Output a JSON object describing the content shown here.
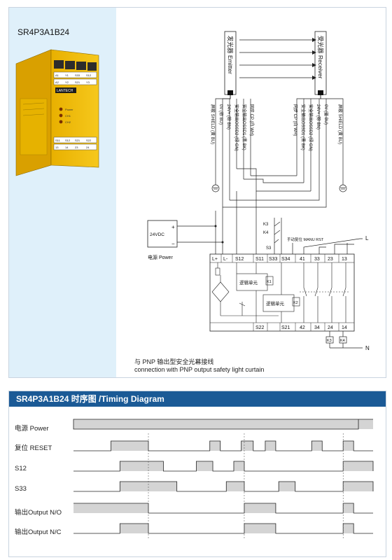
{
  "model": "SR4P3A1B24",
  "device": {
    "logo": "LANTECH",
    "terminals_top": [
      "A1",
      "Y1",
      "S33",
      "S12",
      "A2",
      "Y2",
      "S21",
      "Y3"
    ],
    "terminals_bottom": [
      "S11",
      "S12",
      "S21",
      "S22",
      "13",
      "14",
      "23",
      "24"
    ],
    "leds": [
      "Power",
      "CH1",
      "CH2"
    ]
  },
  "diagram": {
    "emitter_label": "发光器 Emitter",
    "receiver_label": "受光器 Receiver",
    "emitter_wires": [
      "屏蔽 SHIELD (黄 BU)",
      "0V (棕 BU)",
      "24V+ (棕 BN)",
      "安全输出OSSD2 (绿 GN)",
      "安全输出OSSD1 (黑 BK)",
      "同步 CP (白 WH)"
    ],
    "receiver_wires": [
      "同步 CP (白 WH)",
      "安全输出OSSD1 (黑 BK)",
      "安全输出OSSD2 (绿 GN)",
      "24V+ (棕 BN)",
      "0V (蓝 BU)",
      "屏蔽 SHIELD (黄 BU)"
    ],
    "psu_label": "24VDC",
    "power_label": "电源 Power",
    "plus": "+",
    "minus": "−",
    "k3": "K3",
    "k4": "K4",
    "s3": "S3",
    "manual_reset": "手动复位 MANU RST",
    "L": "L",
    "N": "N",
    "top_terms": [
      "L+",
      "L-",
      "S12",
      "S11",
      "S33",
      "S34",
      "41",
      "33",
      "23",
      "13"
    ],
    "bottom_terms": [
      "S22",
      "S21",
      "42",
      "34",
      "24",
      "14"
    ],
    "logic1": "逻辑单元",
    "logic2": "逻辑单元",
    "k1": "K1",
    "k2": "K2",
    "box_k3": "K3",
    "box_k4": "K4"
  },
  "caption": {
    "line1": "与 PNP 输出型安全光幕接线",
    "line2": "connection with PNP output safety light curtain"
  },
  "timing": {
    "title": "SR4P3A1B24 时序图 /Timing Diagram",
    "signals": [
      {
        "label": "电源 Power",
        "transitions": [
          0,
          1,
          0.951,
          0
        ]
      },
      {
        "label": "复位 RESET",
        "transitions": [
          0,
          0,
          0.125,
          0.25,
          0.455,
          0.49,
          0.56,
          0.6,
          0.64,
          0.675,
          0.795,
          0.83,
          0.9,
          0.935
        ]
      },
      {
        "label": "S12",
        "transitions": [
          0,
          0,
          0.155,
          0.3,
          0.41,
          0.465,
          0.535,
          0.57,
          0.9,
          1.0
        ]
      },
      {
        "label": "S33",
        "transitions": [
          0,
          0,
          0.155,
          0.345,
          0.51,
          0.57,
          0.685,
          0.74,
          0.9,
          1.0
        ]
      },
      {
        "label": "输出Output N/O",
        "transitions": [
          0,
          1,
          0.25,
          0.57,
          0.675,
          0.9,
          0.935
        ]
      },
      {
        "label": "输出Output N/C",
        "transitions": [
          0,
          0,
          0.155,
          0.25,
          0.57,
          0.675,
          0.9,
          0.935
        ]
      }
    ]
  }
}
